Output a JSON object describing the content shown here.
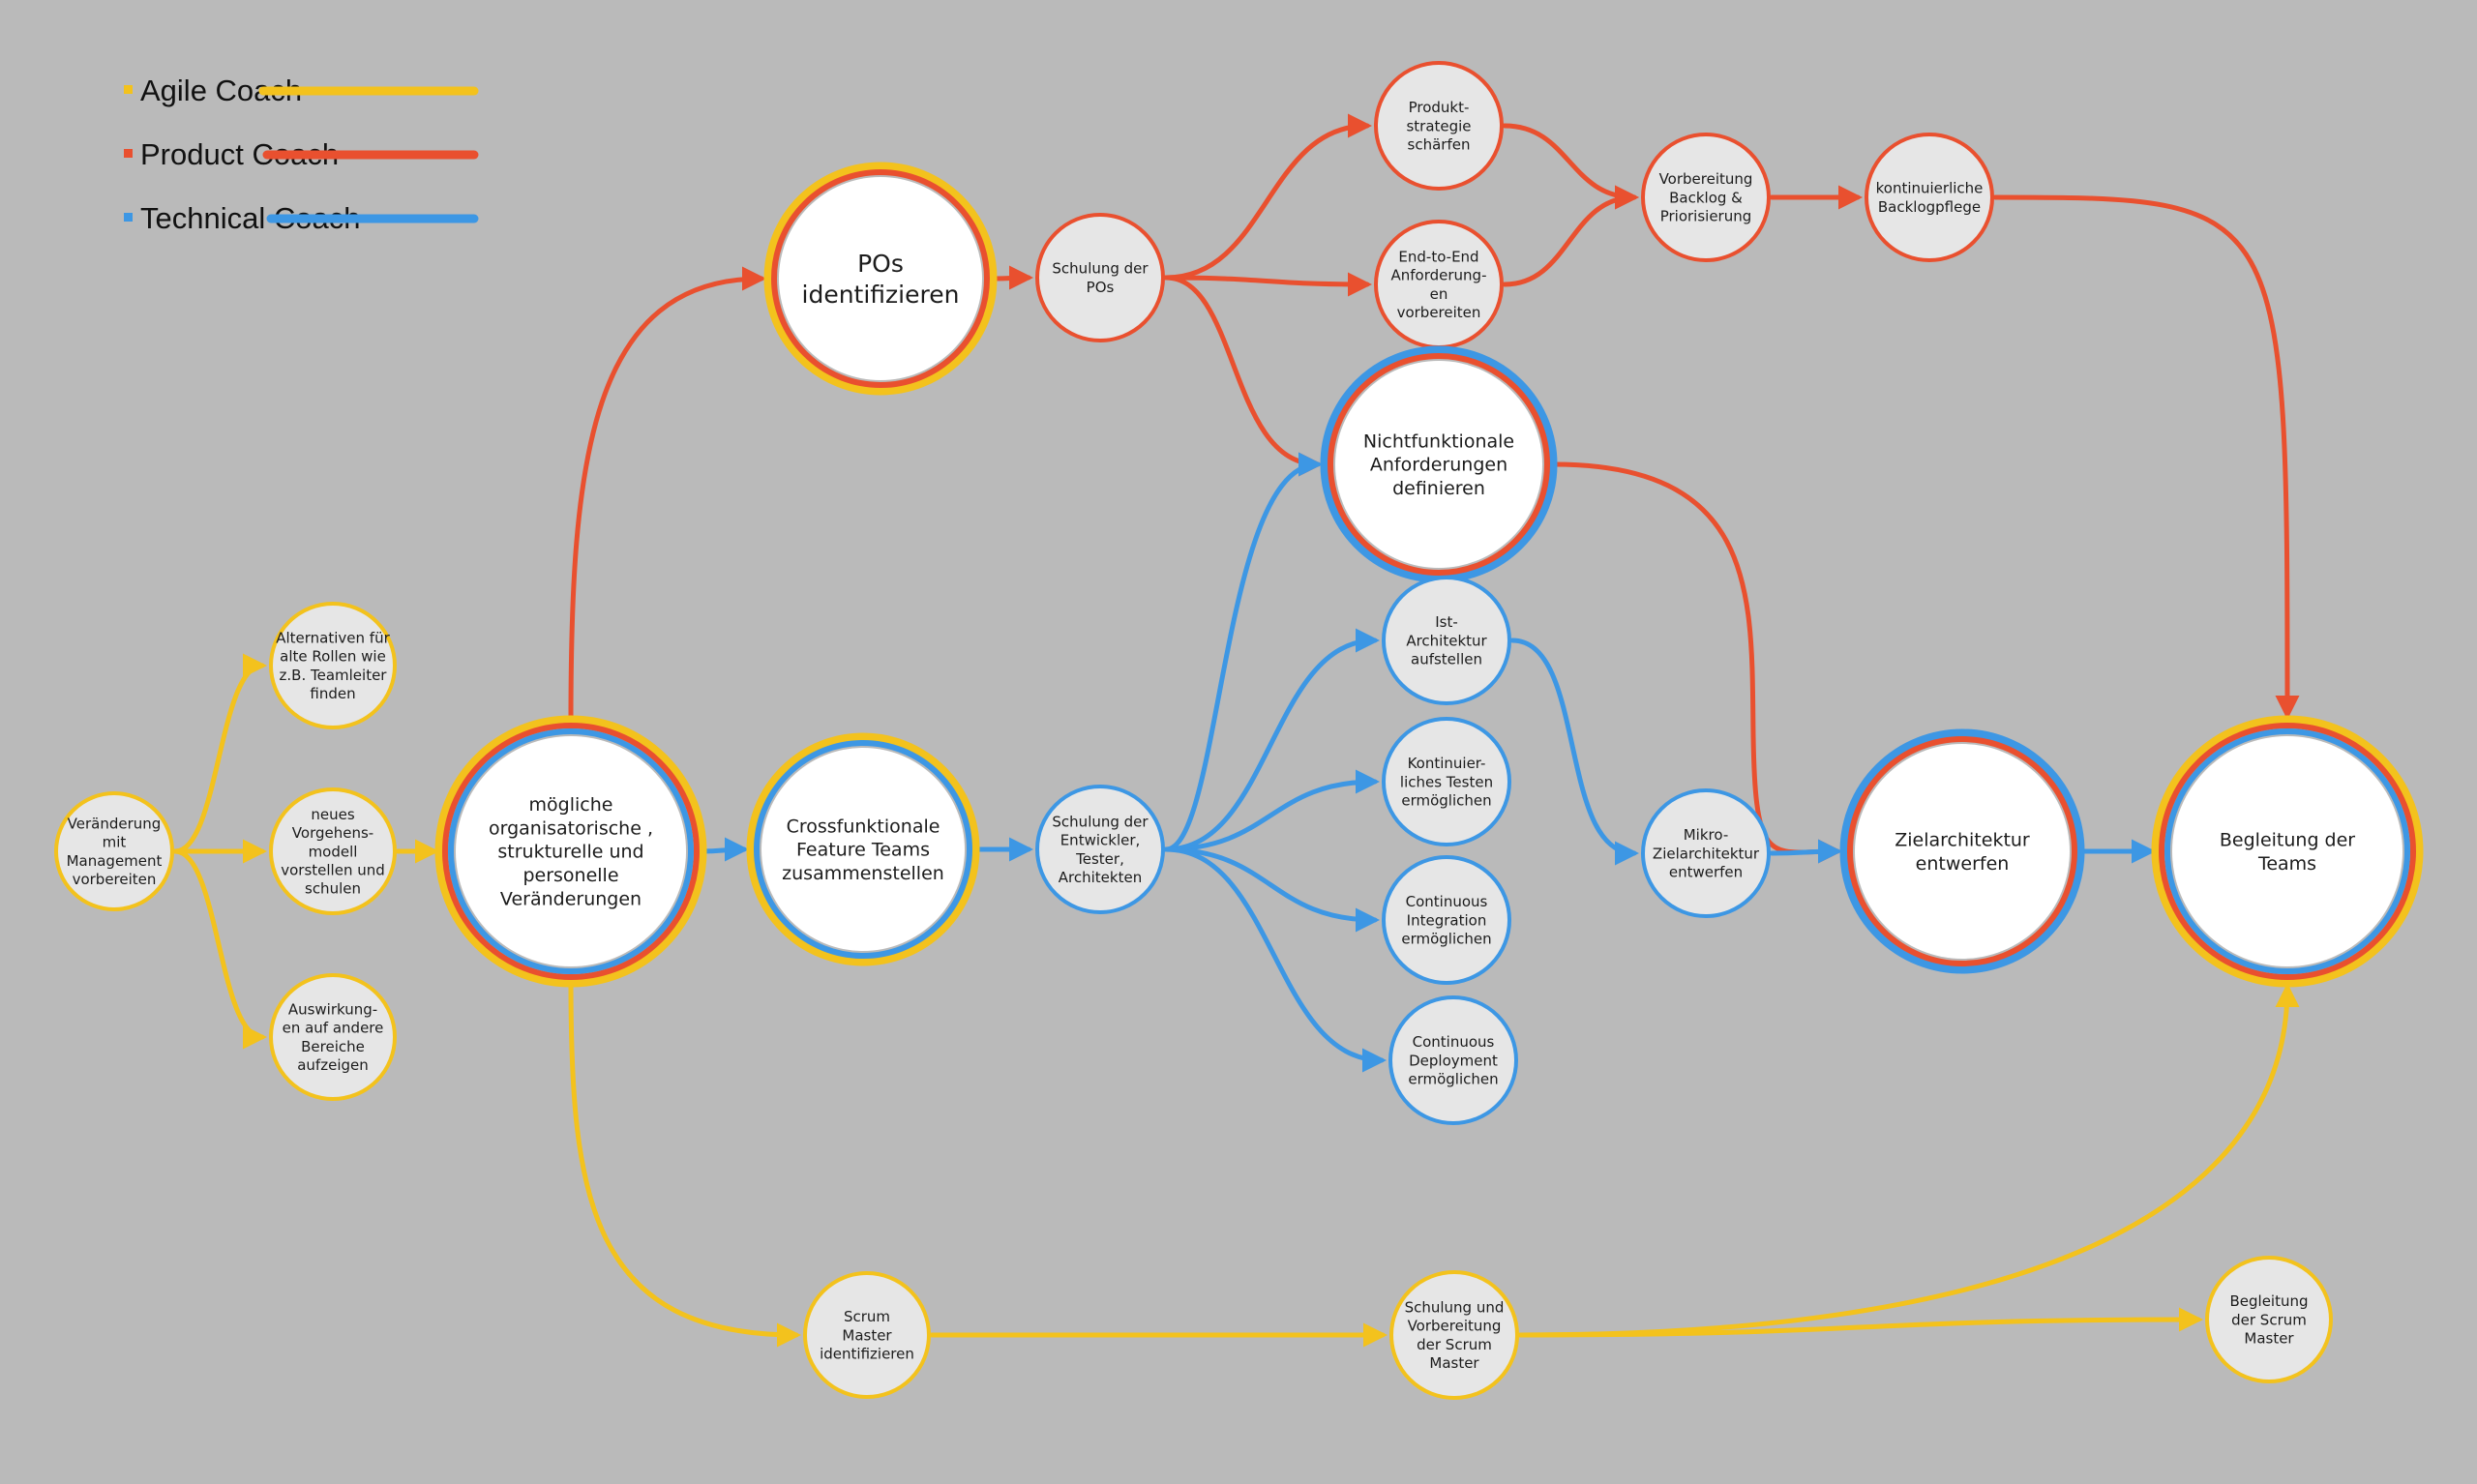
{
  "colors": {
    "background": "#bababa",
    "agile": "#f3c21d",
    "product": "#e9502f",
    "technical": "#3d97e4",
    "node_fill": "#e6e6e6",
    "node_fill_main": "#ffffff"
  },
  "legend": [
    {
      "label": "Agile Coach",
      "role": "agile"
    },
    {
      "label": "Product Coach",
      "role": "product"
    },
    {
      "label": "Technical Coach",
      "role": "technical"
    }
  ],
  "nodes": [
    {
      "id": "veraenderung",
      "lines": [
        "Veränderung",
        "mit",
        "Management",
        "vorbereiten"
      ],
      "rings": [
        "agile"
      ]
    },
    {
      "id": "alternativen",
      "lines": [
        "Alternativen für",
        "alte Rollen wie",
        "z.B. Teamleiter",
        "finden"
      ],
      "rings": [
        "agile"
      ]
    },
    {
      "id": "vorgehensmodell",
      "lines": [
        "neues",
        "Vorgehens-",
        "modell",
        "vorstellen und",
        "schulen"
      ],
      "rings": [
        "agile"
      ]
    },
    {
      "id": "auswirkungen",
      "lines": [
        "Auswirkung-",
        "en auf andere",
        "Bereiche",
        "aufzeigen"
      ],
      "rings": [
        "agile"
      ]
    },
    {
      "id": "organisatorisch",
      "lines": [
        "mögliche",
        "organisatorische ,",
        "strukturelle und",
        "personelle",
        "Veränderungen"
      ],
      "rings": [
        "agile",
        "product",
        "technical"
      ],
      "main": true
    },
    {
      "id": "pos",
      "lines": [
        "POs",
        "identifizieren"
      ],
      "rings": [
        "agile",
        "product"
      ],
      "main": true
    },
    {
      "id": "schulung_pos",
      "lines": [
        "Schulung der",
        "POs"
      ],
      "rings": [
        "product"
      ]
    },
    {
      "id": "produktstrategie",
      "lines": [
        "Produkt-",
        "strategie",
        "schärfen"
      ],
      "rings": [
        "product"
      ]
    },
    {
      "id": "end2end",
      "lines": [
        "End-to-End",
        "Anforderung-",
        "en",
        "vorbereiten"
      ],
      "rings": [
        "product"
      ]
    },
    {
      "id": "backlog",
      "lines": [
        "Vorbereitung",
        "Backlog  &",
        "Priorisierung"
      ],
      "rings": [
        "product"
      ]
    },
    {
      "id": "backlogpflege",
      "lines": [
        "kontinuierliche",
        "Backlogpflege"
      ],
      "rings": [
        "product"
      ]
    },
    {
      "id": "nichtfunktional",
      "lines": [
        "Nichtfunktionale",
        "Anforderungen",
        "definieren"
      ],
      "rings": [
        "technical",
        "product"
      ],
      "main": true
    },
    {
      "id": "crossfunktional",
      "lines": [
        "Crossfunktionale",
        "Feature Teams",
        "zusammenstellen"
      ],
      "rings": [
        "agile",
        "technical"
      ],
      "main": true
    },
    {
      "id": "schulung_dev",
      "lines": [
        "Schulung der",
        "Entwickler,",
        "Tester,",
        "Architekten"
      ],
      "rings": [
        "technical"
      ]
    },
    {
      "id": "ist_architektur",
      "lines": [
        "Ist-",
        "Architektur",
        "aufstellen"
      ],
      "rings": [
        "technical"
      ]
    },
    {
      "id": "testen",
      "lines": [
        "Kontinuier-",
        "liches Testen",
        "ermöglichen"
      ],
      "rings": [
        "technical"
      ]
    },
    {
      "id": "ci",
      "lines": [
        "Continuous",
        "Integration",
        "ermöglichen"
      ],
      "rings": [
        "technical"
      ]
    },
    {
      "id": "cd",
      "lines": [
        "Continuous",
        "Deployment",
        "ermöglichen"
      ],
      "rings": [
        "technical"
      ]
    },
    {
      "id": "mikro",
      "lines": [
        "Mikro-",
        "Zielarchitektur",
        "entwerfen"
      ],
      "rings": [
        "technical"
      ]
    },
    {
      "id": "zielarchitektur",
      "lines": [
        "Zielarchitektur",
        "entwerfen"
      ],
      "rings": [
        "technical",
        "product"
      ],
      "main": true
    },
    {
      "id": "begleitung_teams",
      "lines": [
        "Begleitung der",
        "Teams"
      ],
      "rings": [
        "agile",
        "product",
        "technical"
      ],
      "main": true
    },
    {
      "id": "scrum_master",
      "lines": [
        "Scrum",
        "Master",
        "identifizieren"
      ],
      "rings": [
        "agile"
      ]
    },
    {
      "id": "schulung_sm",
      "lines": [
        "Schulung und",
        "Vorbereitung",
        "der Scrum",
        "Master"
      ],
      "rings": [
        "agile"
      ]
    },
    {
      "id": "begleitung_sm",
      "lines": [
        "Begleitung",
        "der Scrum",
        "Master"
      ],
      "rings": [
        "agile"
      ]
    }
  ],
  "edges": [
    {
      "from": "veraenderung",
      "to": "alternativen",
      "role": "agile"
    },
    {
      "from": "veraenderung",
      "to": "vorgehensmodell",
      "role": "agile"
    },
    {
      "from": "veraenderung",
      "to": "auswirkungen",
      "role": "agile"
    },
    {
      "from": "vorgehensmodell",
      "to": "organisatorisch",
      "role": "agile"
    },
    {
      "from": "organisatorisch",
      "to": "pos",
      "role": "product"
    },
    {
      "from": "organisatorisch",
      "to": "crossfunktional",
      "role": "technical"
    },
    {
      "from": "organisatorisch",
      "to": "scrum_master",
      "role": "agile"
    },
    {
      "from": "pos",
      "to": "schulung_pos",
      "role": "product"
    },
    {
      "from": "schulung_pos",
      "to": "produktstrategie",
      "role": "product"
    },
    {
      "from": "schulung_pos",
      "to": "end2end",
      "role": "product"
    },
    {
      "from": "schulung_pos",
      "to": "nichtfunktional",
      "role": "product"
    },
    {
      "from": "produktstrategie",
      "to": "backlog",
      "role": "product"
    },
    {
      "from": "end2end",
      "to": "backlog",
      "role": "product"
    },
    {
      "from": "backlog",
      "to": "backlogpflege",
      "role": "product"
    },
    {
      "from": "backlogpflege",
      "to": "begleitung_teams",
      "role": "product"
    },
    {
      "from": "nichtfunktional",
      "to": "zielarchitektur",
      "role": "product"
    },
    {
      "from": "crossfunktional",
      "to": "schulung_dev",
      "role": "technical"
    },
    {
      "from": "schulung_dev",
      "to": "nichtfunktional",
      "role": "technical"
    },
    {
      "from": "schulung_dev",
      "to": "ist_architektur",
      "role": "technical"
    },
    {
      "from": "schulung_dev",
      "to": "testen",
      "role": "technical"
    },
    {
      "from": "schulung_dev",
      "to": "ci",
      "role": "technical"
    },
    {
      "from": "schulung_dev",
      "to": "cd",
      "role": "technical"
    },
    {
      "from": "ist_architektur",
      "to": "mikro",
      "role": "technical"
    },
    {
      "from": "mikro",
      "to": "zielarchitektur",
      "role": "technical"
    },
    {
      "from": "zielarchitektur",
      "to": "begleitung_teams",
      "role": "technical"
    },
    {
      "from": "scrum_master",
      "to": "schulung_sm",
      "role": "agile"
    },
    {
      "from": "schulung_sm",
      "to": "begleitung_sm",
      "role": "agile"
    },
    {
      "from": "schulung_sm",
      "to": "begleitung_teams",
      "role": "agile"
    }
  ]
}
